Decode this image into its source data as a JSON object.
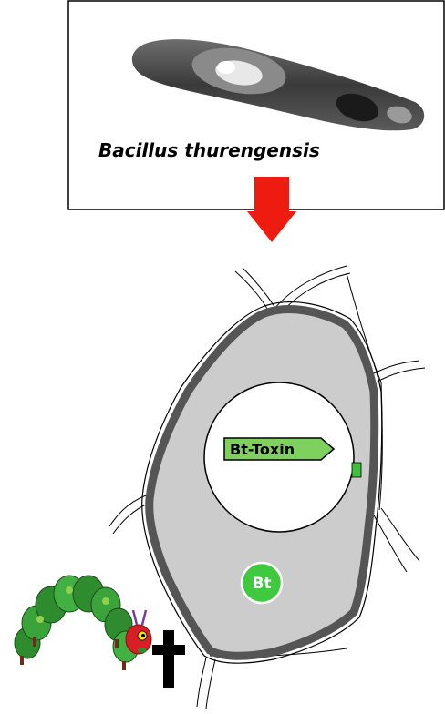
{
  "bacterium": {
    "caption": "Bacillus thurengensis"
  },
  "gene": {
    "label": "Bt-Toxin",
    "color": "#7fd15f"
  },
  "protein": {
    "label": "Bt",
    "color": "#3fc93f"
  },
  "arrow": {
    "color": "#ee1c10"
  },
  "cell": {
    "fill": "#cccccc",
    "wall": "#555555"
  },
  "icons": {
    "microscope_image": "bacterium-micrograph",
    "cross": "cross-icon",
    "caterpillar": "caterpillar-icon"
  }
}
